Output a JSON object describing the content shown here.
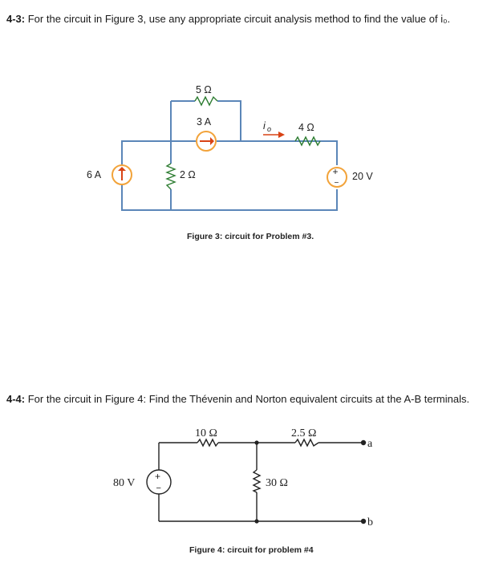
{
  "problem3": {
    "number": "4-3:",
    "text": " For the circuit in Figure 3, use any appropriate circuit analysis method to find the value of i₀.",
    "figure_caption": "Figure 3: circuit for Problem #3.",
    "labels": {
      "r5": "5 Ω",
      "i3a": "3 A",
      "io": "i",
      "io_sub": "o",
      "r4": "4 Ω",
      "i6a": "6 A",
      "r2": "2 Ω",
      "v20": "20 V",
      "plus": "+",
      "minus": "−"
    }
  },
  "problem4": {
    "number": "4-4:",
    "text": " For the circuit in Figure 4: Find the Thévenin and Norton equivalent circuits at the A-B terminals.",
    "figure_caption": "Figure 4: circuit for problem #4",
    "labels": {
      "r10": "10 Ω",
      "r2_5": "2.5 Ω",
      "a": "a",
      "v80": "80 V",
      "r30": "30 Ω",
      "b": "b",
      "plus": "+",
      "minus": "−"
    }
  },
  "colors": {
    "wire_fig3": "#5b86b8",
    "source_accent": "#f2a33a",
    "wire_fig4": "#222222"
  }
}
